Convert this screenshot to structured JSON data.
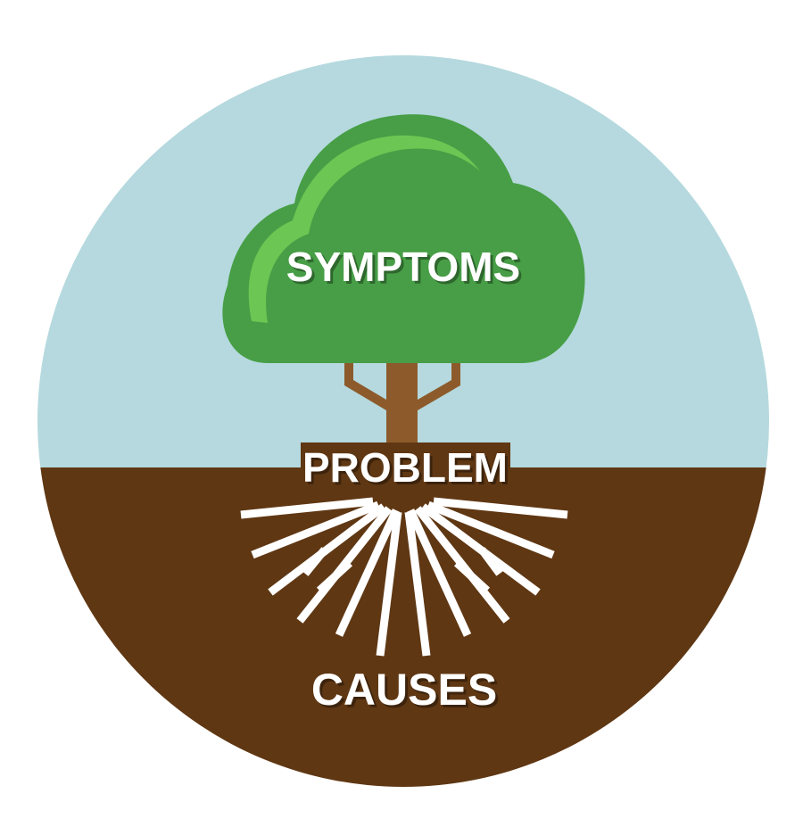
{
  "labels": {
    "top": "SYMPTOMS",
    "middle": "PROBLEM",
    "bottom": "CAUSES"
  },
  "colors": {
    "sky": "#b5d9de",
    "soil": "#5f3713",
    "foliage": "#479e46",
    "foliage_highlight": "#6cc653",
    "trunk": "#8d5b2b",
    "roots": "#ffffff",
    "text": "#ffffff"
  },
  "icons": [
    "tree-icon",
    "roots-icon"
  ]
}
